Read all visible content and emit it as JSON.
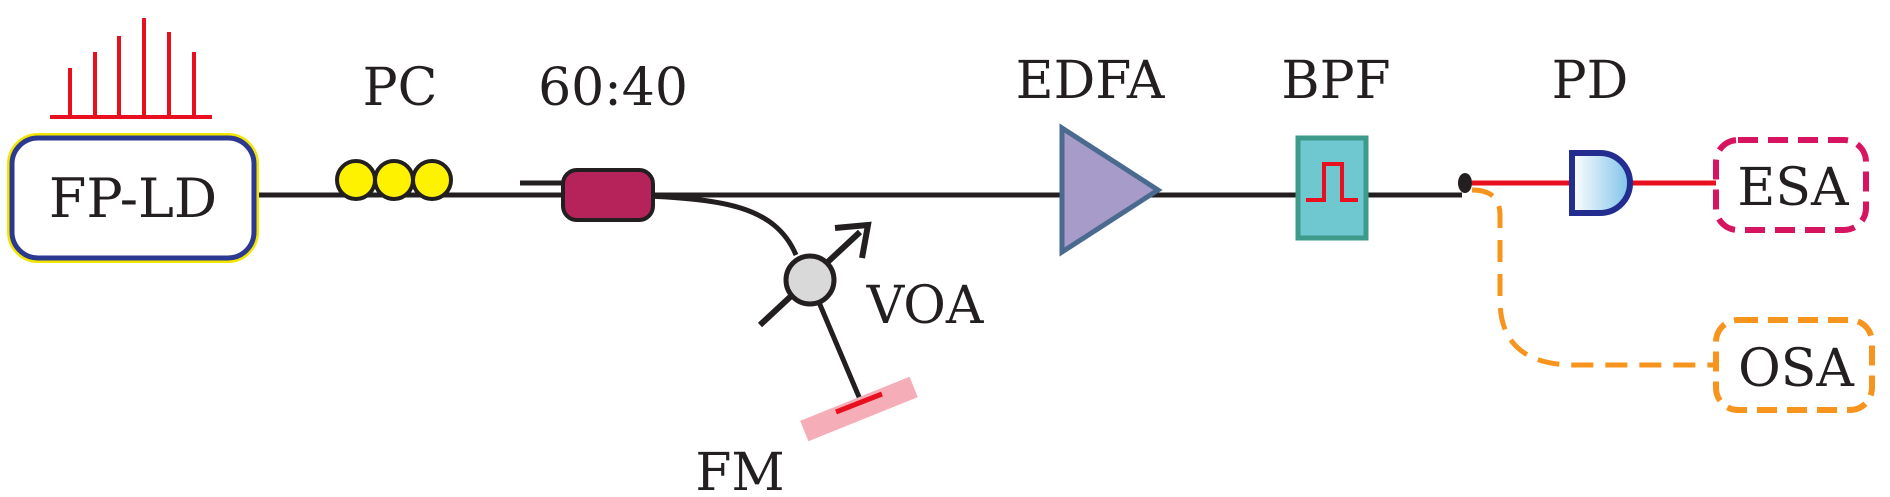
{
  "labels": {
    "fp_ld": "FP-LD",
    "pc": "PC",
    "coupler": "60:40",
    "edfa": "EDFA",
    "bpf": "BPF",
    "pd": "PD",
    "esa": "ESA",
    "osa": "OSA",
    "voa": "VOA",
    "fm": "FM"
  },
  "colors": {
    "fiber": "#231f20",
    "spectrum": "#e8101e",
    "laser_border": "#2b3990",
    "laser_glow": "#f2e600",
    "pc_fill": "#fff200",
    "coupler_fill": "#b5235a",
    "edfa_fill": "#a79bc9",
    "edfa_stroke": "#4a6a8f",
    "bpf_fill": "#6fc7d0",
    "bpf_stroke": "#3e9b8c",
    "pd_stroke": "#232d8f",
    "esa_border": "#d6145f",
    "osa_border": "#f7941d",
    "mirror_fill": "#f5aeb8",
    "voa_fill": "#d9d9d9"
  }
}
